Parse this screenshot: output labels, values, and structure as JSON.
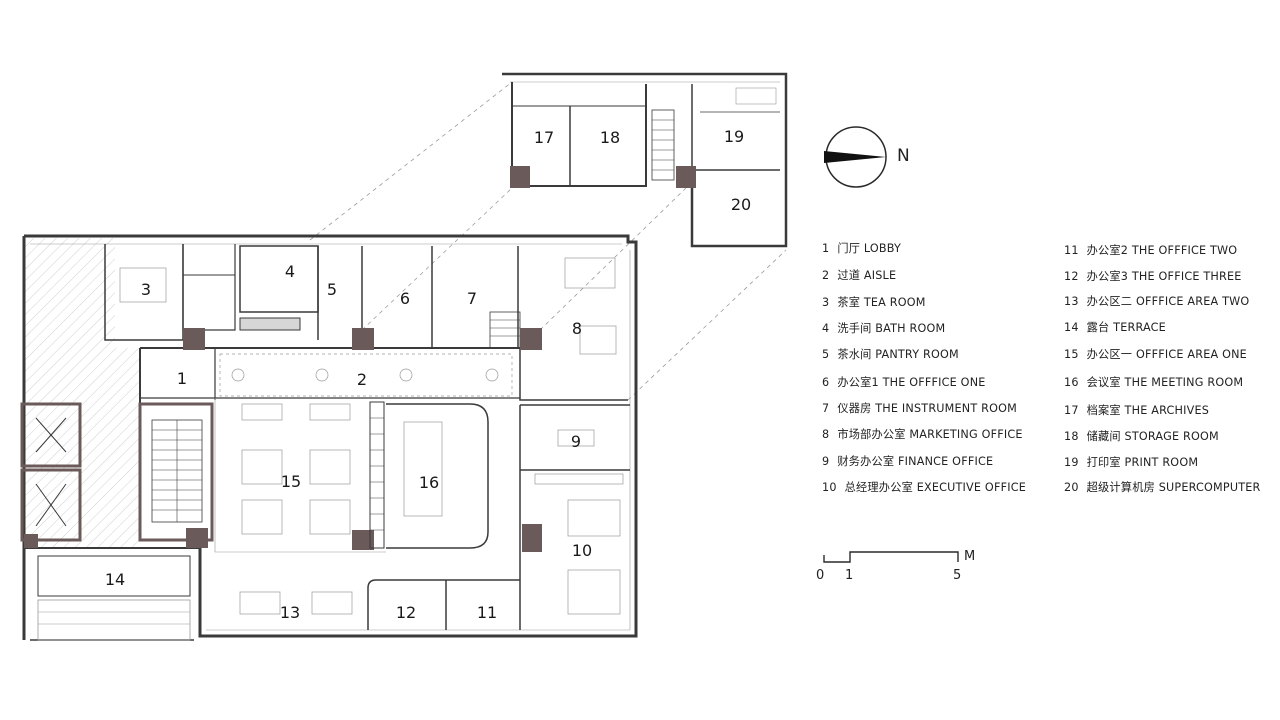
{
  "north_label": "N",
  "room_labels": [
    "1",
    "2",
    "3",
    "4",
    "5",
    "6",
    "7",
    "8",
    "9",
    "10",
    "11",
    "12",
    "13",
    "14",
    "15",
    "16",
    "17",
    "18",
    "19",
    "20"
  ],
  "legend_left": [
    {
      "num": "1",
      "text": "门厅 LOBBY"
    },
    {
      "num": "2",
      "text": "过道 AISLE"
    },
    {
      "num": "3",
      "text": "茶室 TEA ROOM"
    },
    {
      "num": "4",
      "text": "洗手间 BATH ROOM"
    },
    {
      "num": "5",
      "text": "茶水间 PANTRY ROOM"
    },
    {
      "num": "6",
      "text": "办公室1 THE OFFFICE ONE"
    },
    {
      "num": "7",
      "text": "仪器房 THE INSTRUMENT ROOM"
    },
    {
      "num": "8",
      "text": "市场部办公室 MARKETING OFFICE"
    },
    {
      "num": "9",
      "text": "财务办公室 FINANCE OFFICE"
    },
    {
      "num": "10",
      "text": "总经理办公室 EXECUTIVE OFFICE"
    }
  ],
  "legend_right": [
    {
      "num": "11",
      "text": "办公室2 THE OFFFICE TWO"
    },
    {
      "num": "12",
      "text": "办公室3 THE OFFICE THREE"
    },
    {
      "num": "13",
      "text": "办公区二 OFFFICE AREA TWO"
    },
    {
      "num": "14",
      "text": "露台 TERRACE"
    },
    {
      "num": "15",
      "text": "办公区一 OFFFICE AREA ONE"
    },
    {
      "num": "16",
      "text": "会议室 THE MEETING ROOM"
    },
    {
      "num": "17",
      "text": "档案室 THE ARCHIVES"
    },
    {
      "num": "18",
      "text": "储藏间 STORAGE ROOM"
    },
    {
      "num": "19",
      "text": "打印室 PRINT ROOM"
    },
    {
      "num": "20",
      "text": "超级计算机房 SUPERCOMPUTER"
    }
  ],
  "scale": {
    "unit": "M",
    "labels": [
      "0",
      "1",
      "5"
    ]
  },
  "colors": {
    "wall": "#3a3a3a",
    "column": "#6b5a5a",
    "thin": "#9a9a9a",
    "hatch": "#8a8a8a"
  }
}
